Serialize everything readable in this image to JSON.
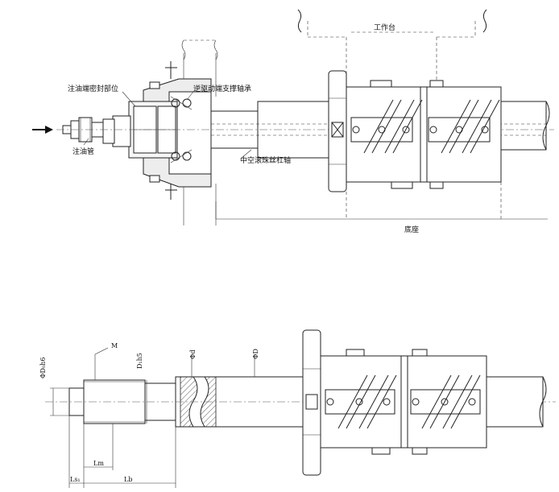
{
  "top_view": {
    "label_workbench": "工作台",
    "label_oil_seal": "注油端密封部位",
    "label_drive_bearing": "逆驱动端支撑轴承",
    "label_oil_pipe": "注油管",
    "label_hollow_shaft": "中空滚珠丝杠轴",
    "label_base": "底座"
  },
  "bottom_view": {
    "dim_d0": "ΦD₀h6",
    "dim_m": "M",
    "dim_d1": "D₁h5",
    "dim_phid": "Φd",
    "dim_phiD": "ΦD",
    "dim_lm": "Lm",
    "dim_ls1": "Ls₁",
    "dim_lb": "Lb"
  }
}
